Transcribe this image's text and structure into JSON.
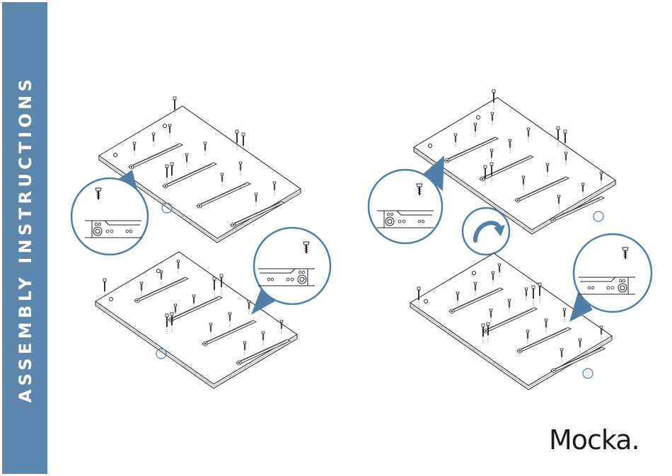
{
  "sidebar": {
    "title": "ASSEMBLY INSTRUCTIONS"
  },
  "brand": {
    "logo_text": "Mocka."
  },
  "colors": {
    "accent": "#5b87ae",
    "detail_ring": "#4f7ea6",
    "text_dark": "#1a1a1a"
  },
  "steps": [
    {
      "id": "step-top-left"
    },
    {
      "id": "step-bottom-left"
    },
    {
      "id": "step-top-right"
    },
    {
      "id": "step-bottom-right"
    }
  ],
  "icons": {
    "flip": "rotate-arrow-icon"
  }
}
